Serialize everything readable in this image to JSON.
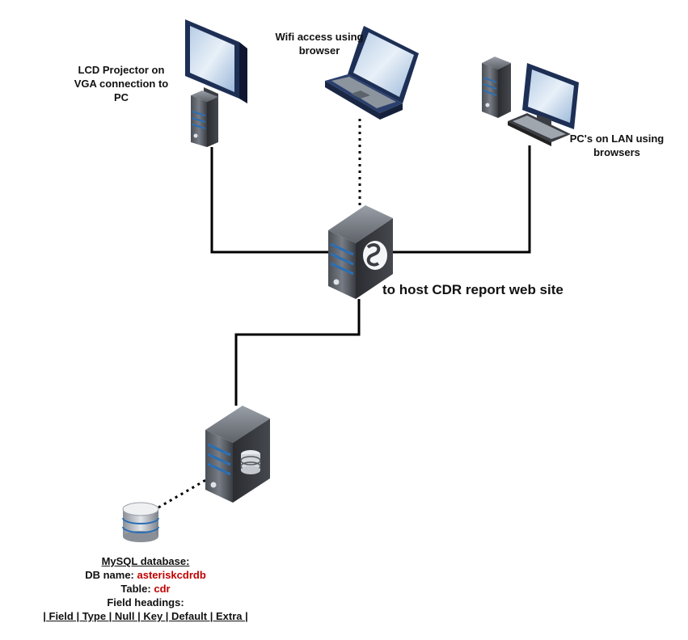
{
  "labels": {
    "projector": [
      "LCD Projector on",
      "VGA connection to",
      "PC"
    ],
    "wifi": [
      "Wifi access using",
      "browser"
    ],
    "lan": [
      "PC's on LAN using",
      "browsers"
    ],
    "host": "to host CDR report web site"
  },
  "db_info": {
    "title": "MySQL database:",
    "db_name_label": "DB name:",
    "db_name_value": "asteriskcdrdb",
    "table_label": "Table:",
    "table_value": "cdr",
    "field_headings_label": "Field headings:",
    "fields": "| Field | Type | Null | Key | Default | Extra |"
  },
  "colors": {
    "server_dark": "#2f3237",
    "server_light": "#6b7079",
    "stripe_blue": "#2a6fb5",
    "monitor_frame": "#1e2f55",
    "highlight_red": "#c00000"
  },
  "icons": [
    "server-icon",
    "web-server-icon",
    "database-server-icon",
    "database-icon",
    "monitor-icon",
    "laptop-icon",
    "desktop-pc-icon"
  ]
}
